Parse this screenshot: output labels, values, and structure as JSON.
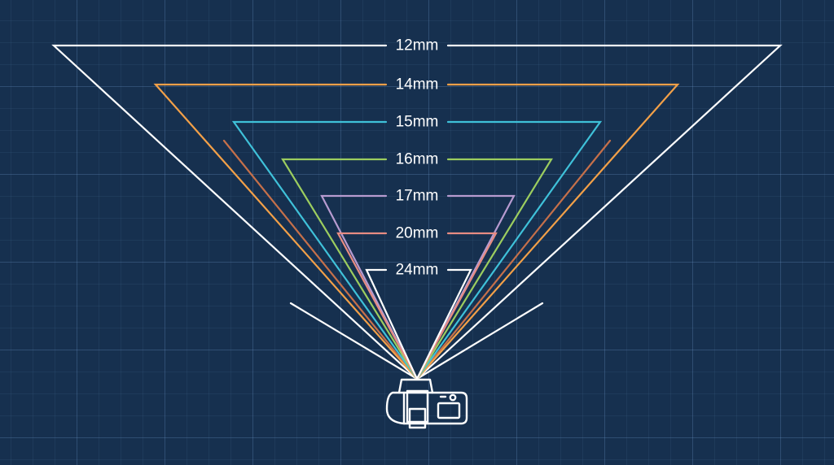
{
  "diagram": {
    "fields_of_view": [
      {
        "label": "12mm",
        "color": "#ffffff"
      },
      {
        "label": "14mm",
        "color": "#f2a048"
      },
      {
        "label": "15mm",
        "color": "#3fc1d9"
      },
      {
        "label": "16mm",
        "color": "#9ccd5f"
      },
      {
        "label": "17mm",
        "color": "#b79bd0"
      },
      {
        "label": "20mm",
        "color": "#e78c82"
      },
      {
        "label": "24mm",
        "color": "#ffffff"
      }
    ],
    "extra_rays": [
      {
        "color": "#c5704a"
      },
      {
        "color": "#ffffff"
      }
    ],
    "camera_icon": "dslr-camera-icon"
  }
}
